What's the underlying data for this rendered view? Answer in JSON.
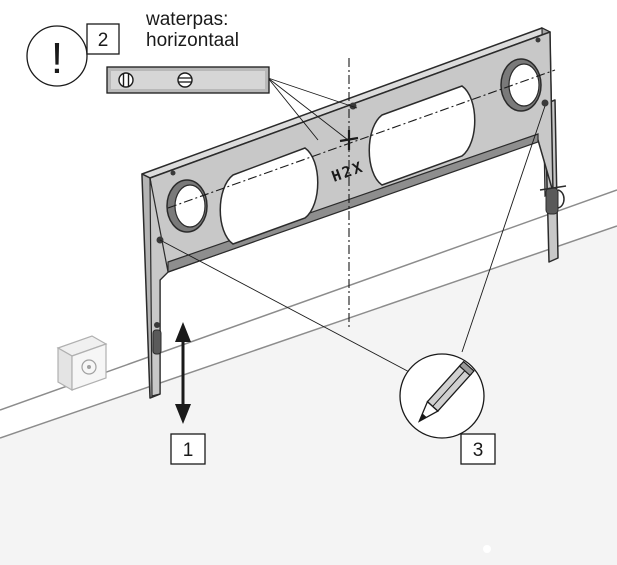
{
  "callouts": {
    "warning_symbol": "!",
    "step_2": "2",
    "level_label_line1": "waterpas:",
    "level_label_line2": "horizontaal",
    "step_1": "1",
    "step_3": "3"
  },
  "plate_marking": "H2X",
  "colors": {
    "wall": "#f4f4f4",
    "wall_edge": "#8c8c8c",
    "plate_fill": "#c8c8c8",
    "plate_edge": "#2b2b2b",
    "cutout_fill": "#ffffff",
    "text": "#1a1a1a"
  },
  "icons": [
    "warning-icon",
    "spirit-level-icon",
    "pencil-icon",
    "double-arrow-icon",
    "wall-socket-icon"
  ]
}
